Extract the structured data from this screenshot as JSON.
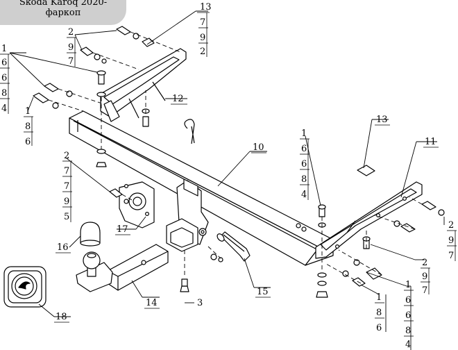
{
  "title": {
    "line1": "Skoda Karoq 2020-",
    "line2": "фаркоп"
  },
  "colors": {
    "ink": "#000000",
    "part_fill": "#ffffff",
    "tab_bg": "#cfcfcf"
  },
  "callouts": {
    "c1_top_left": "1",
    "c2_top": "2",
    "c3_bottom": "3",
    "c10": "10",
    "c11": "11",
    "c12": "12",
    "c13_top": "13",
    "c13_right": "13",
    "c14": "14",
    "c15": "15",
    "c16": "16",
    "c17": "17",
    "c18": "18"
  },
  "stacks": {
    "top_left_1": [
      "1",
      "6",
      "6",
      "8",
      "4"
    ],
    "left_1": [
      "1",
      "8",
      "6"
    ],
    "top_2": [
      "2",
      "9",
      "7"
    ],
    "top_13": [
      "13",
      "7",
      "9",
      "2"
    ],
    "mid_2": [
      "2",
      "7",
      "7",
      "9",
      "5"
    ],
    "right_1": [
      "1",
      "6",
      "6",
      "8",
      "4"
    ],
    "right_2": [
      "2",
      "9",
      "7"
    ],
    "bottom_right_2": [
      "2",
      "9",
      "7"
    ],
    "bottom_1a": [
      "1",
      "8",
      "6"
    ],
    "bottom_1b": [
      "1",
      "6",
      "6",
      "8",
      "4"
    ]
  }
}
